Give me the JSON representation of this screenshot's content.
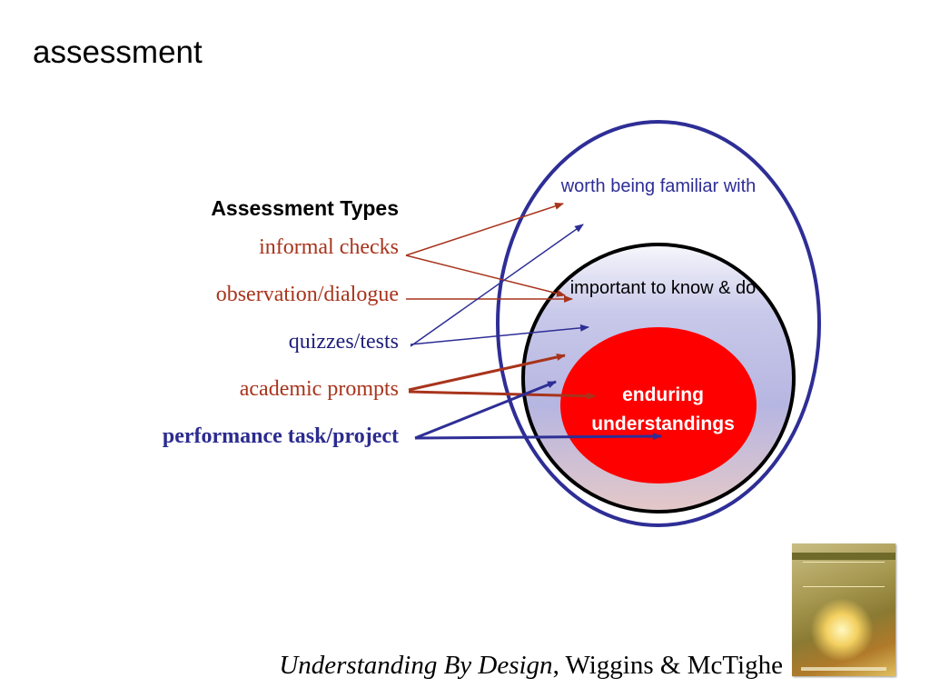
{
  "slide": {
    "title": "assessment"
  },
  "assessment_types": {
    "heading": "Assessment Types",
    "items": [
      {
        "label": "informal checks",
        "color": "#a8341c"
      },
      {
        "label": "observation/dialogue",
        "color": "#a8341c"
      },
      {
        "label": "quizzes/tests",
        "color": "#1f1f7a"
      },
      {
        "label": "academic prompts",
        "color": "#a8341c"
      },
      {
        "label": "performance task/project",
        "color": "#2b2b8f"
      }
    ]
  },
  "circles": {
    "outer": "worth being familiar with",
    "middle": "important to know & do",
    "inner": "enduring understandings"
  },
  "citation": {
    "title": "Understanding By Design",
    "authors": ", Wiggins & McTighe"
  },
  "colors": {
    "outer_ring": "#2e2e96",
    "inner_fill": "#ff0000",
    "red_arrow": "#a8341c",
    "blue_arrow": "#2e2e96"
  }
}
